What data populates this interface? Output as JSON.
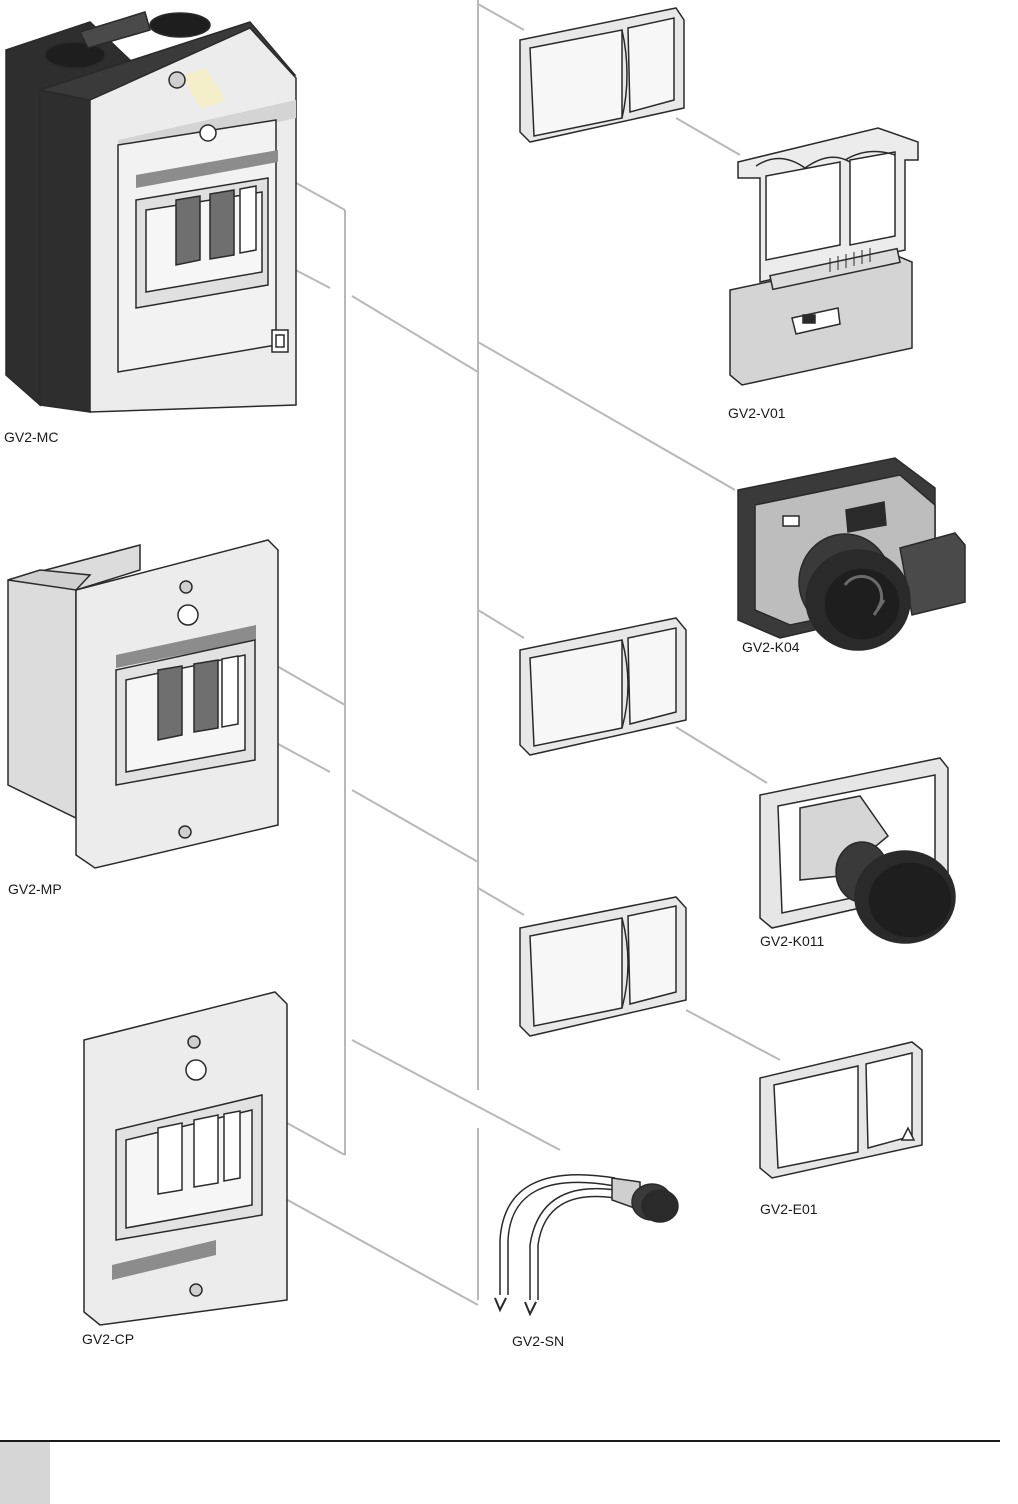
{
  "labels": {
    "gv2_mc": "GV2-MC",
    "gv2_mp": "GV2-MP",
    "gv2_cp": "GV2-CP",
    "gv2_v01": "GV2-V01",
    "gv2_k04": "GV2-K04",
    "gv2_k011": "GV2-K011",
    "gv2_e01": "GV2-E01",
    "gv2_sn": "GV2-SN"
  },
  "colors": {
    "line": "#b8b8b8",
    "outline": "#2a2a2a",
    "enclosure_body": "#ececec",
    "enclosure_dark": "#2e2e2e",
    "label_strip": "#8c8c8c",
    "window_glass": "#6f6f6f",
    "button_red": "#222222",
    "page_bg": "#ffffff"
  }
}
